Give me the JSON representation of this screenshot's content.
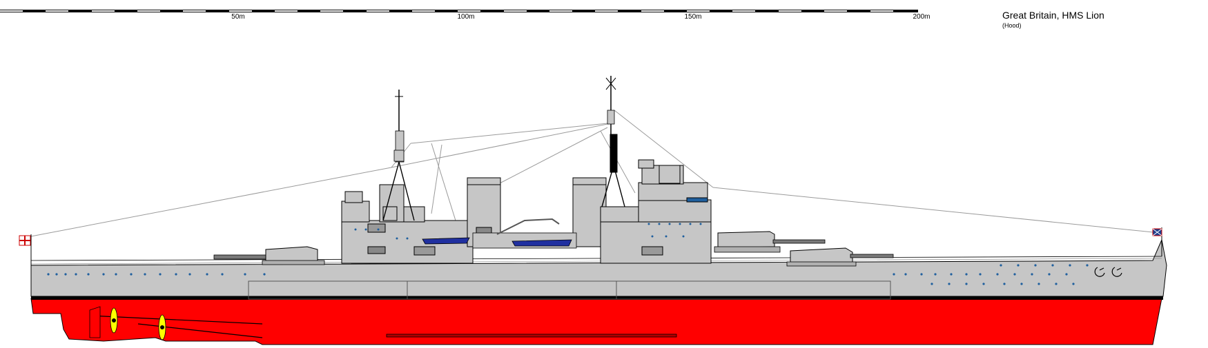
{
  "scale": {
    "labels": [
      "50m",
      "100m",
      "150m",
      "200m"
    ]
  },
  "header": {
    "title": "Great Britain, HMS Lion",
    "subtitle": "(Hood)"
  },
  "colors": {
    "hull_upper": "#c6c6c6",
    "hull_lower": "#ff0000",
    "boot_topping": "#000000",
    "superstructure": "#c6c6c6",
    "portholes": "#1f5f9e",
    "propeller": "#ffff00",
    "boats": "#2030a0",
    "outline": "#000000"
  },
  "icons": [
    "ensign-flag-icon",
    "jack-flag-icon",
    "anchor-icon",
    "propeller-icon"
  ]
}
